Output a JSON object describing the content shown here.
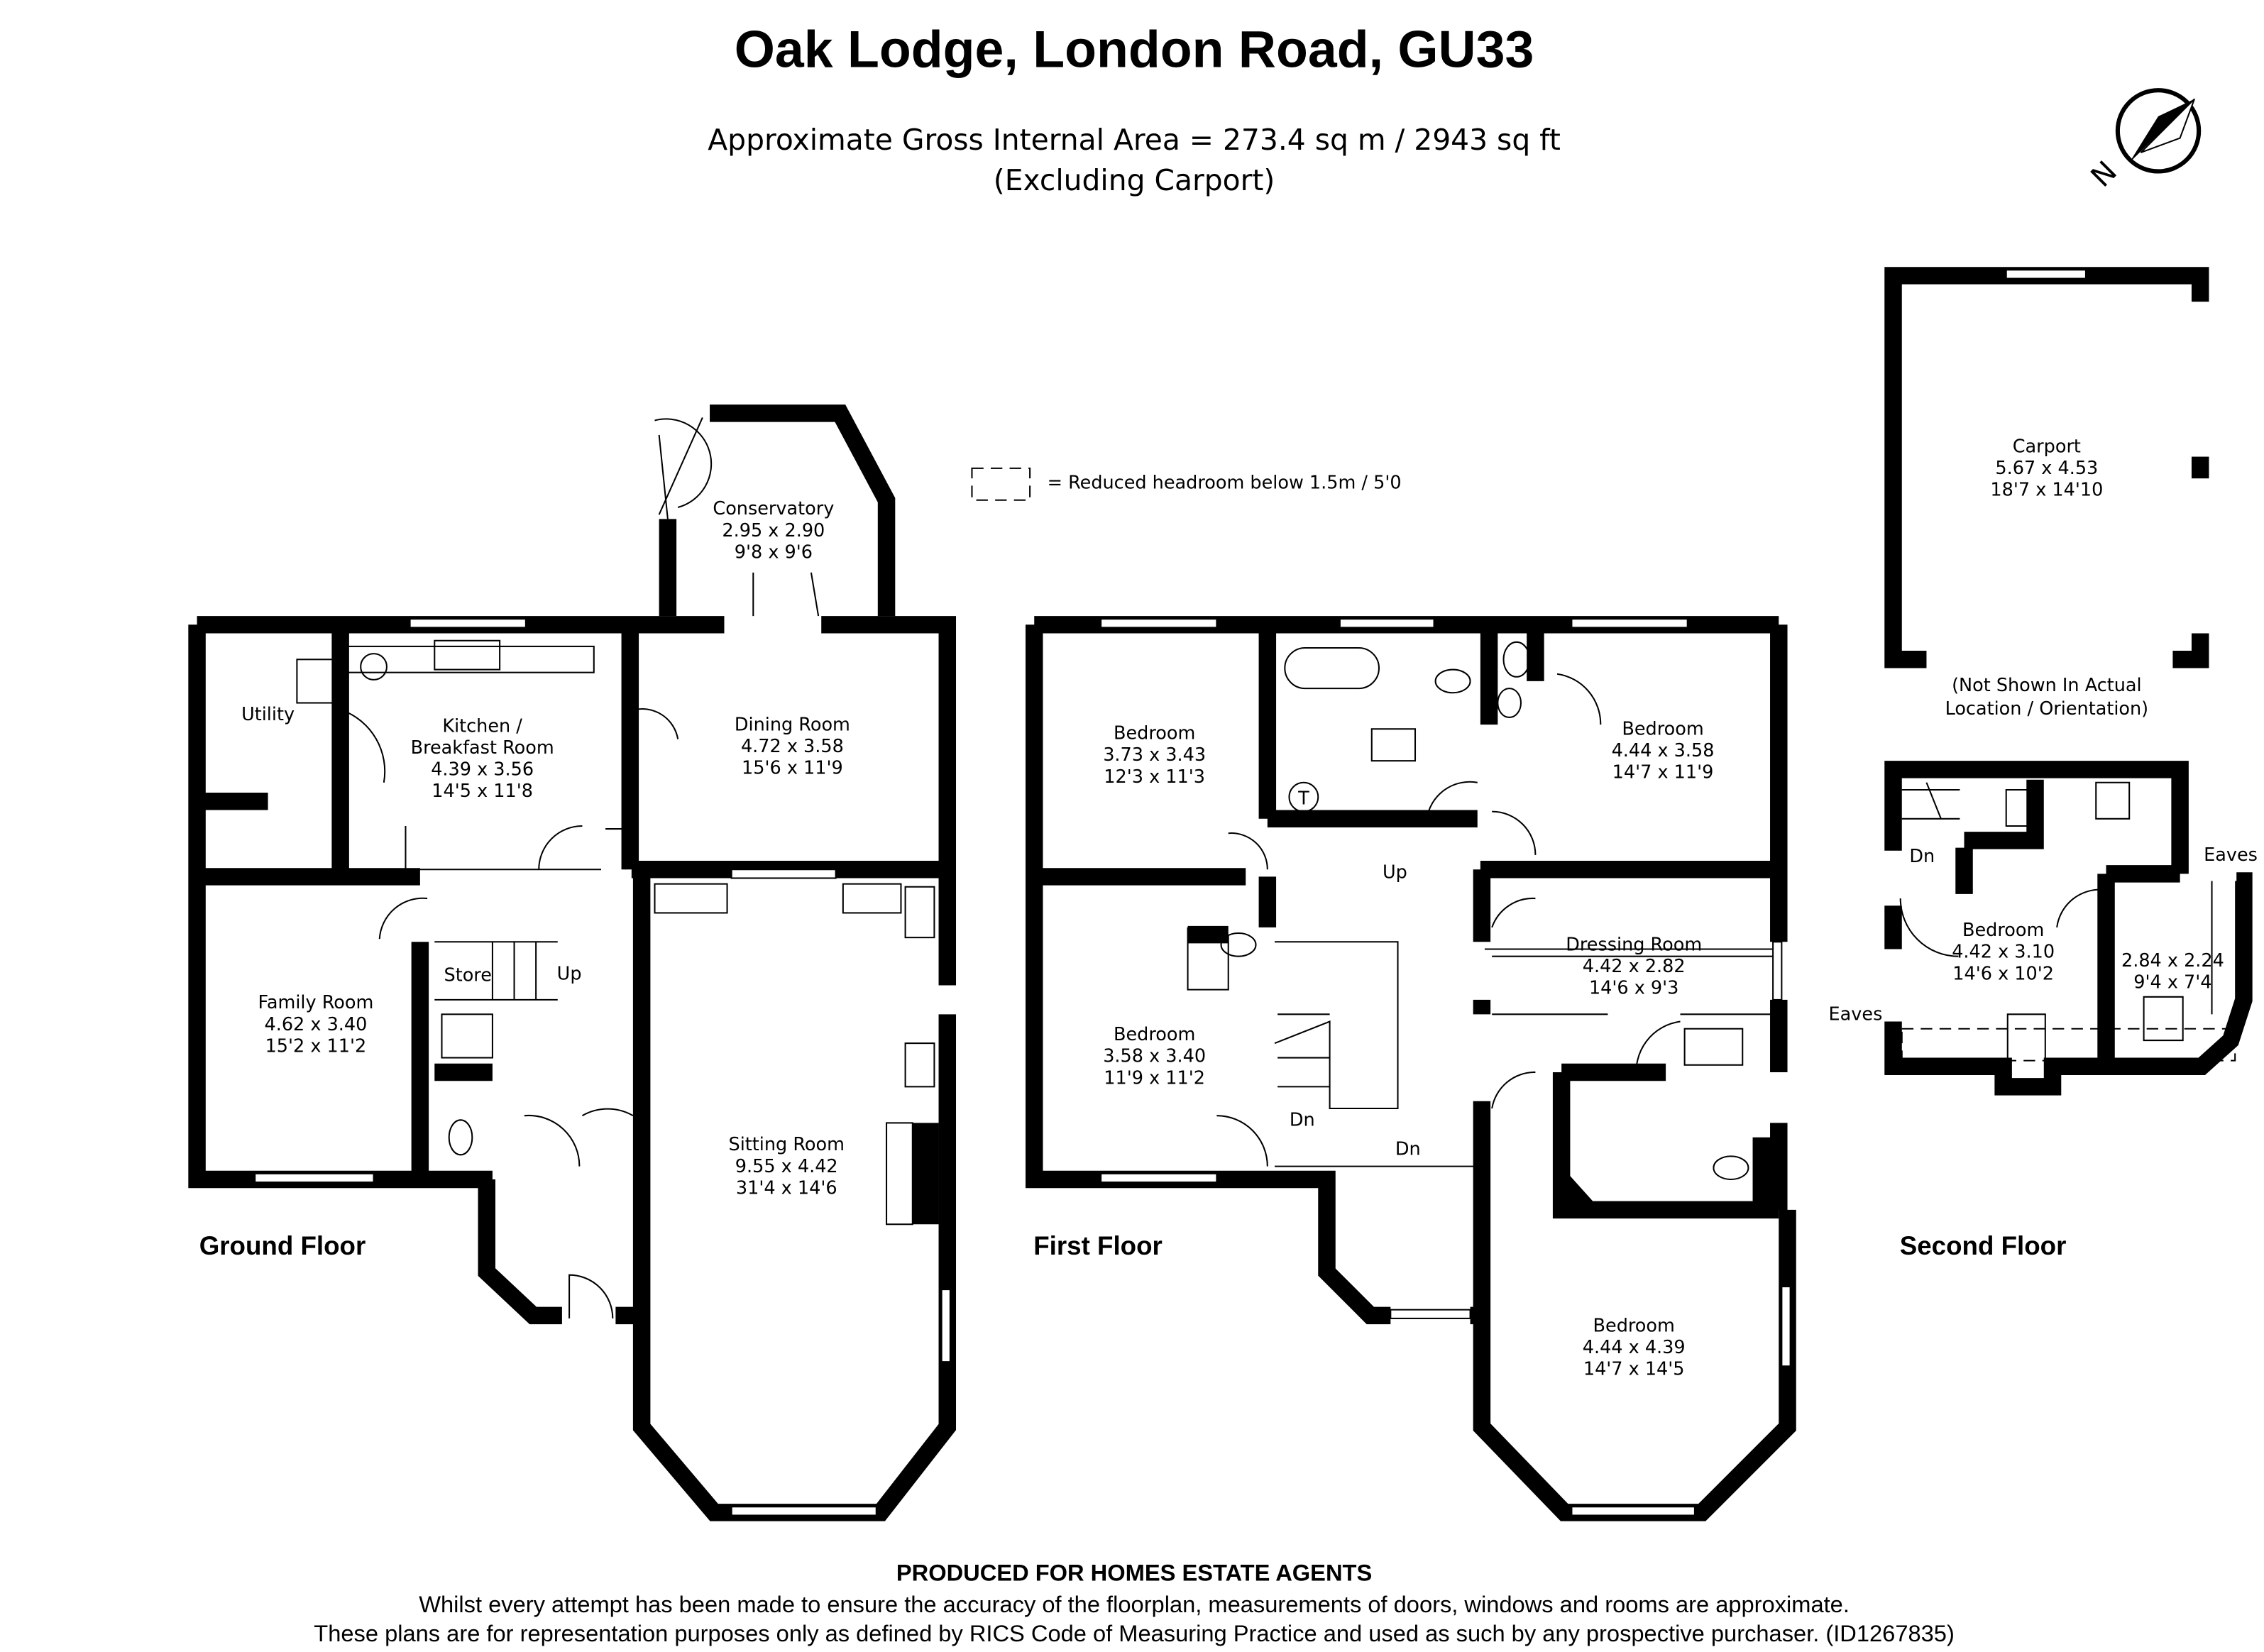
{
  "header": {
    "title": "Oak Lodge, London Road, GU33",
    "area": "Approximate Gross Internal Area = 273.4 sq m / 2943 sq ft",
    "area_note": "(Excluding Carport)"
  },
  "legend": {
    "reduced_headroom": "= Reduced headroom below 1.5m / 5'0"
  },
  "compass": {
    "label": "N"
  },
  "floors": {
    "ground": {
      "label": "Ground Floor",
      "rooms": [
        {
          "name": "Conservatory",
          "metric": "2.95 x 2.90",
          "imperial": "9'8 x 9'6"
        },
        {
          "name": "Kitchen /",
          "name2": "Breakfast Room",
          "metric": "4.39 x 3.56",
          "imperial": "14'5 x 11'8"
        },
        {
          "name": "Dining Room",
          "metric": "4.72 x 3.58",
          "imperial": "15'6 x 11'9"
        },
        {
          "name": "Family Room",
          "metric": "4.62 x 3.40",
          "imperial": "15'2 x 11'2"
        },
        {
          "name": "Sitting Room",
          "metric": "9.55 x 4.42",
          "imperial": "31'4 x 14'6"
        },
        {
          "name": "Utility"
        },
        {
          "name": "Store"
        }
      ],
      "stairs_label": "Up"
    },
    "first": {
      "label": "First Floor",
      "rooms": [
        {
          "name": "Bedroom",
          "metric": "3.73 x 3.43",
          "imperial": "12'3 x 11'3"
        },
        {
          "name": "Bedroom",
          "metric": "4.44 x 3.58",
          "imperial": "14'7 x 11'9"
        },
        {
          "name": "Bedroom",
          "metric": "3.58 x 3.40",
          "imperial": "11'9 x 11'2"
        },
        {
          "name": "Dressing Room",
          "metric": "4.42 x 2.82",
          "imperial": "14'6 x 9'3"
        },
        {
          "name": "Bedroom",
          "metric": "4.44 x 4.39",
          "imperial": "14'7 x 14'5"
        }
      ],
      "up_label": "Up",
      "dn_label_1": "Dn",
      "dn_label_2": "Dn",
      "tank_label": "T"
    },
    "second": {
      "label": "Second Floor",
      "rooms": [
        {
          "name": "Bedroom",
          "metric": "4.42 x 3.10",
          "imperial": "14'6 x 10'2"
        },
        {
          "metric": "2.84 x 2.24",
          "imperial": "9'4 x 7'4"
        }
      ],
      "dn_label": "Dn",
      "eaves_1": "Eaves",
      "eaves_2": "Eaves"
    },
    "carport": {
      "name": "Carport",
      "metric": "5.67 x 4.53",
      "imperial": "18'7 x 14'10",
      "note1": "(Not Shown In Actual",
      "note2": "Location / Orientation)"
    }
  },
  "footer": {
    "producer": "PRODUCED FOR HOMES ESTATE AGENTS",
    "disclaimer1": "Whilst every attempt has been made to ensure the accuracy of the floorplan, measurements of doors, windows and rooms are approximate.",
    "disclaimer2": "These plans are for representation purposes only as defined by RICS Code of Measuring Practice and used as such by any prospective purchaser. (ID1267835)"
  }
}
